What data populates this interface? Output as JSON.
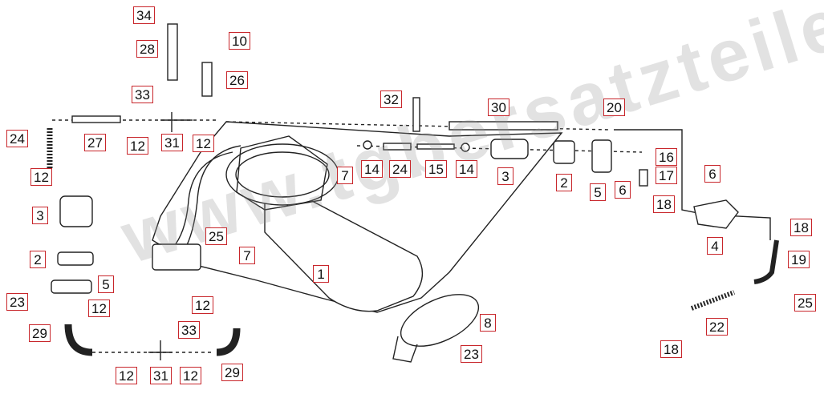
{
  "watermark": "www.tgbersatzteile.de",
  "colors": {
    "label_border": "#c8262b",
    "line": "#222222",
    "watermark": "#9a9a9a"
  },
  "labels": [
    "34",
    "28",
    "10",
    "26",
    "33",
    "1",
    "12",
    "31",
    "12",
    "24",
    "27",
    "12",
    "3",
    "2",
    "5",
    "23",
    "12",
    "29",
    "33",
    "12",
    "12",
    "31",
    "12",
    "29",
    "7",
    "25",
    "7",
    "32",
    "30",
    "20",
    "14",
    "24",
    "15",
    "14",
    "3",
    "2",
    "5",
    "6",
    "16",
    "17",
    "18",
    "6",
    "4",
    "18",
    "19",
    "25",
    "22",
    "18",
    "8",
    "23"
  ]
}
